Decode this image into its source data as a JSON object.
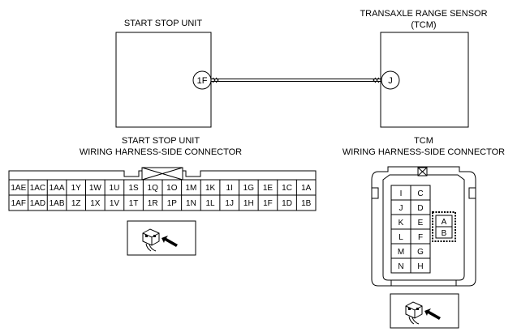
{
  "start_stop_unit": {
    "title": "START STOP UNIT",
    "terminal": "1F"
  },
  "tcm": {
    "title_line1": "TRANSAXLE RANGE SENSOR",
    "title_line2": "(TCM)",
    "terminal": "J"
  },
  "ssu_connector": {
    "title_line1": "START STOP UNIT",
    "title_line2": "WIRING HARNESS-SIDE CONNECTOR",
    "row1": [
      "1AE",
      "1AC",
      "1AA",
      "1Y",
      "1W",
      "1U",
      "1S",
      "1Q",
      "1O",
      "1M",
      "1K",
      "1I",
      "1G",
      "1E",
      "1C",
      "1A"
    ],
    "row2": [
      "1AF",
      "1AD",
      "1AB",
      "1Z",
      "1X",
      "1V",
      "1T",
      "1R",
      "1P",
      "1N",
      "1L",
      "1J",
      "1H",
      "1F",
      "1D",
      "1B"
    ]
  },
  "tcm_connector": {
    "title_line1": "TCM",
    "title_line2": "WIRING HARNESS-SIDE CONNECTOR",
    "left_col": [
      "I",
      "J",
      "K",
      "L",
      "M",
      "N"
    ],
    "mid_col": [
      "C",
      "D",
      "E",
      "F",
      "G",
      "H"
    ],
    "right_col": [
      "A",
      "B"
    ]
  },
  "icons": [
    "connector-view-icon"
  ],
  "colors": {
    "line": "#000000",
    "background": "#ffffff"
  }
}
